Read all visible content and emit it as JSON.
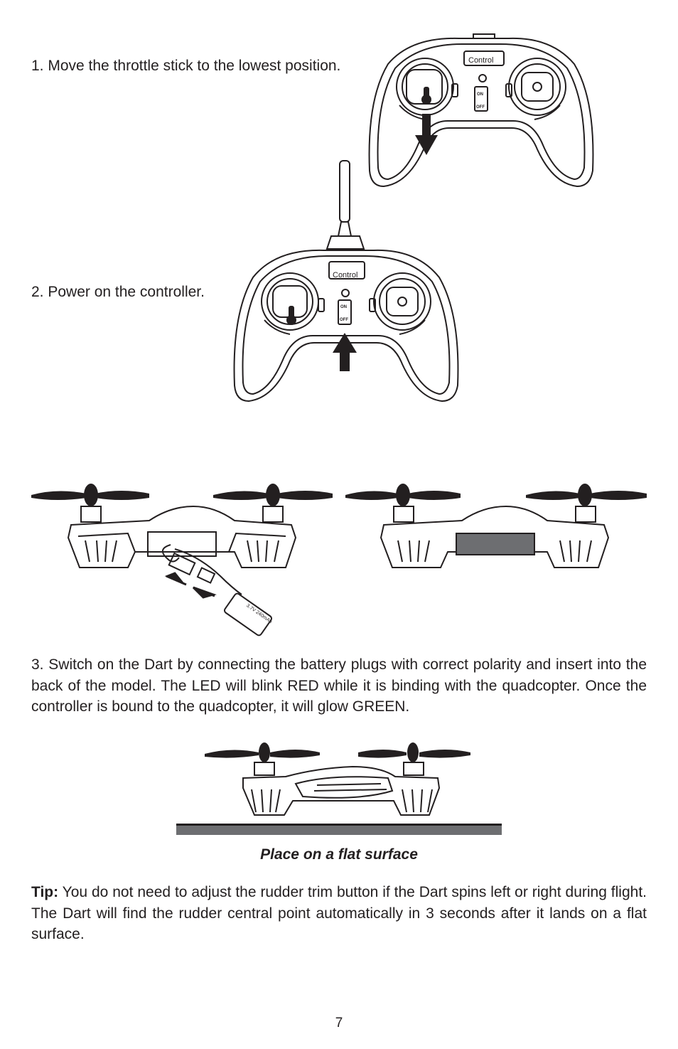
{
  "steps": {
    "step1": "1. Move the throttle stick to the lowest position.",
    "step2": "2. Power on the controller.",
    "step3": "3. Switch on the Dart by connecting the battery plugs with correct polarity and insert into the back of the model. The LED will blink RED while it is binding with the quadcopter. Once the controller is bound to the quadcopter, it will glow GREEN."
  },
  "controller": {
    "brand_label": "Control",
    "switch_on": "ON",
    "switch_off": "OFF"
  },
  "battery": {
    "label": "3.7V 240mAh"
  },
  "caption": "Place on a flat surface",
  "tip": {
    "label": "Tip:",
    "text": " You do not need to adjust the rudder trim button if the Dart spins left or right during flight. The Dart will find the rudder central point automatically in 3 seconds after it lands on a flat surface."
  },
  "page_number": "7"
}
